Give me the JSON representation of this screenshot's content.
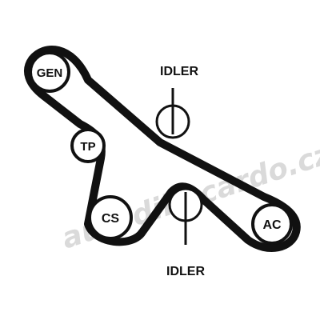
{
  "diagram": {
    "colors": {
      "belt": "#111111",
      "pulley_fill": "#ffffff",
      "text": "#111111",
      "watermark": "#d4d4d4",
      "background": "#ffffff"
    },
    "pulleys": {
      "gen": {
        "label": "GEN"
      },
      "tp": {
        "label": "TP"
      },
      "cs": {
        "label": "CS"
      },
      "ac": {
        "label": "AC"
      },
      "idler_top": {
        "label": "IDLER"
      },
      "idler_bottom": {
        "label": "IDLER"
      }
    },
    "watermark": {
      "text": "autodily-cardo.cz"
    }
  }
}
